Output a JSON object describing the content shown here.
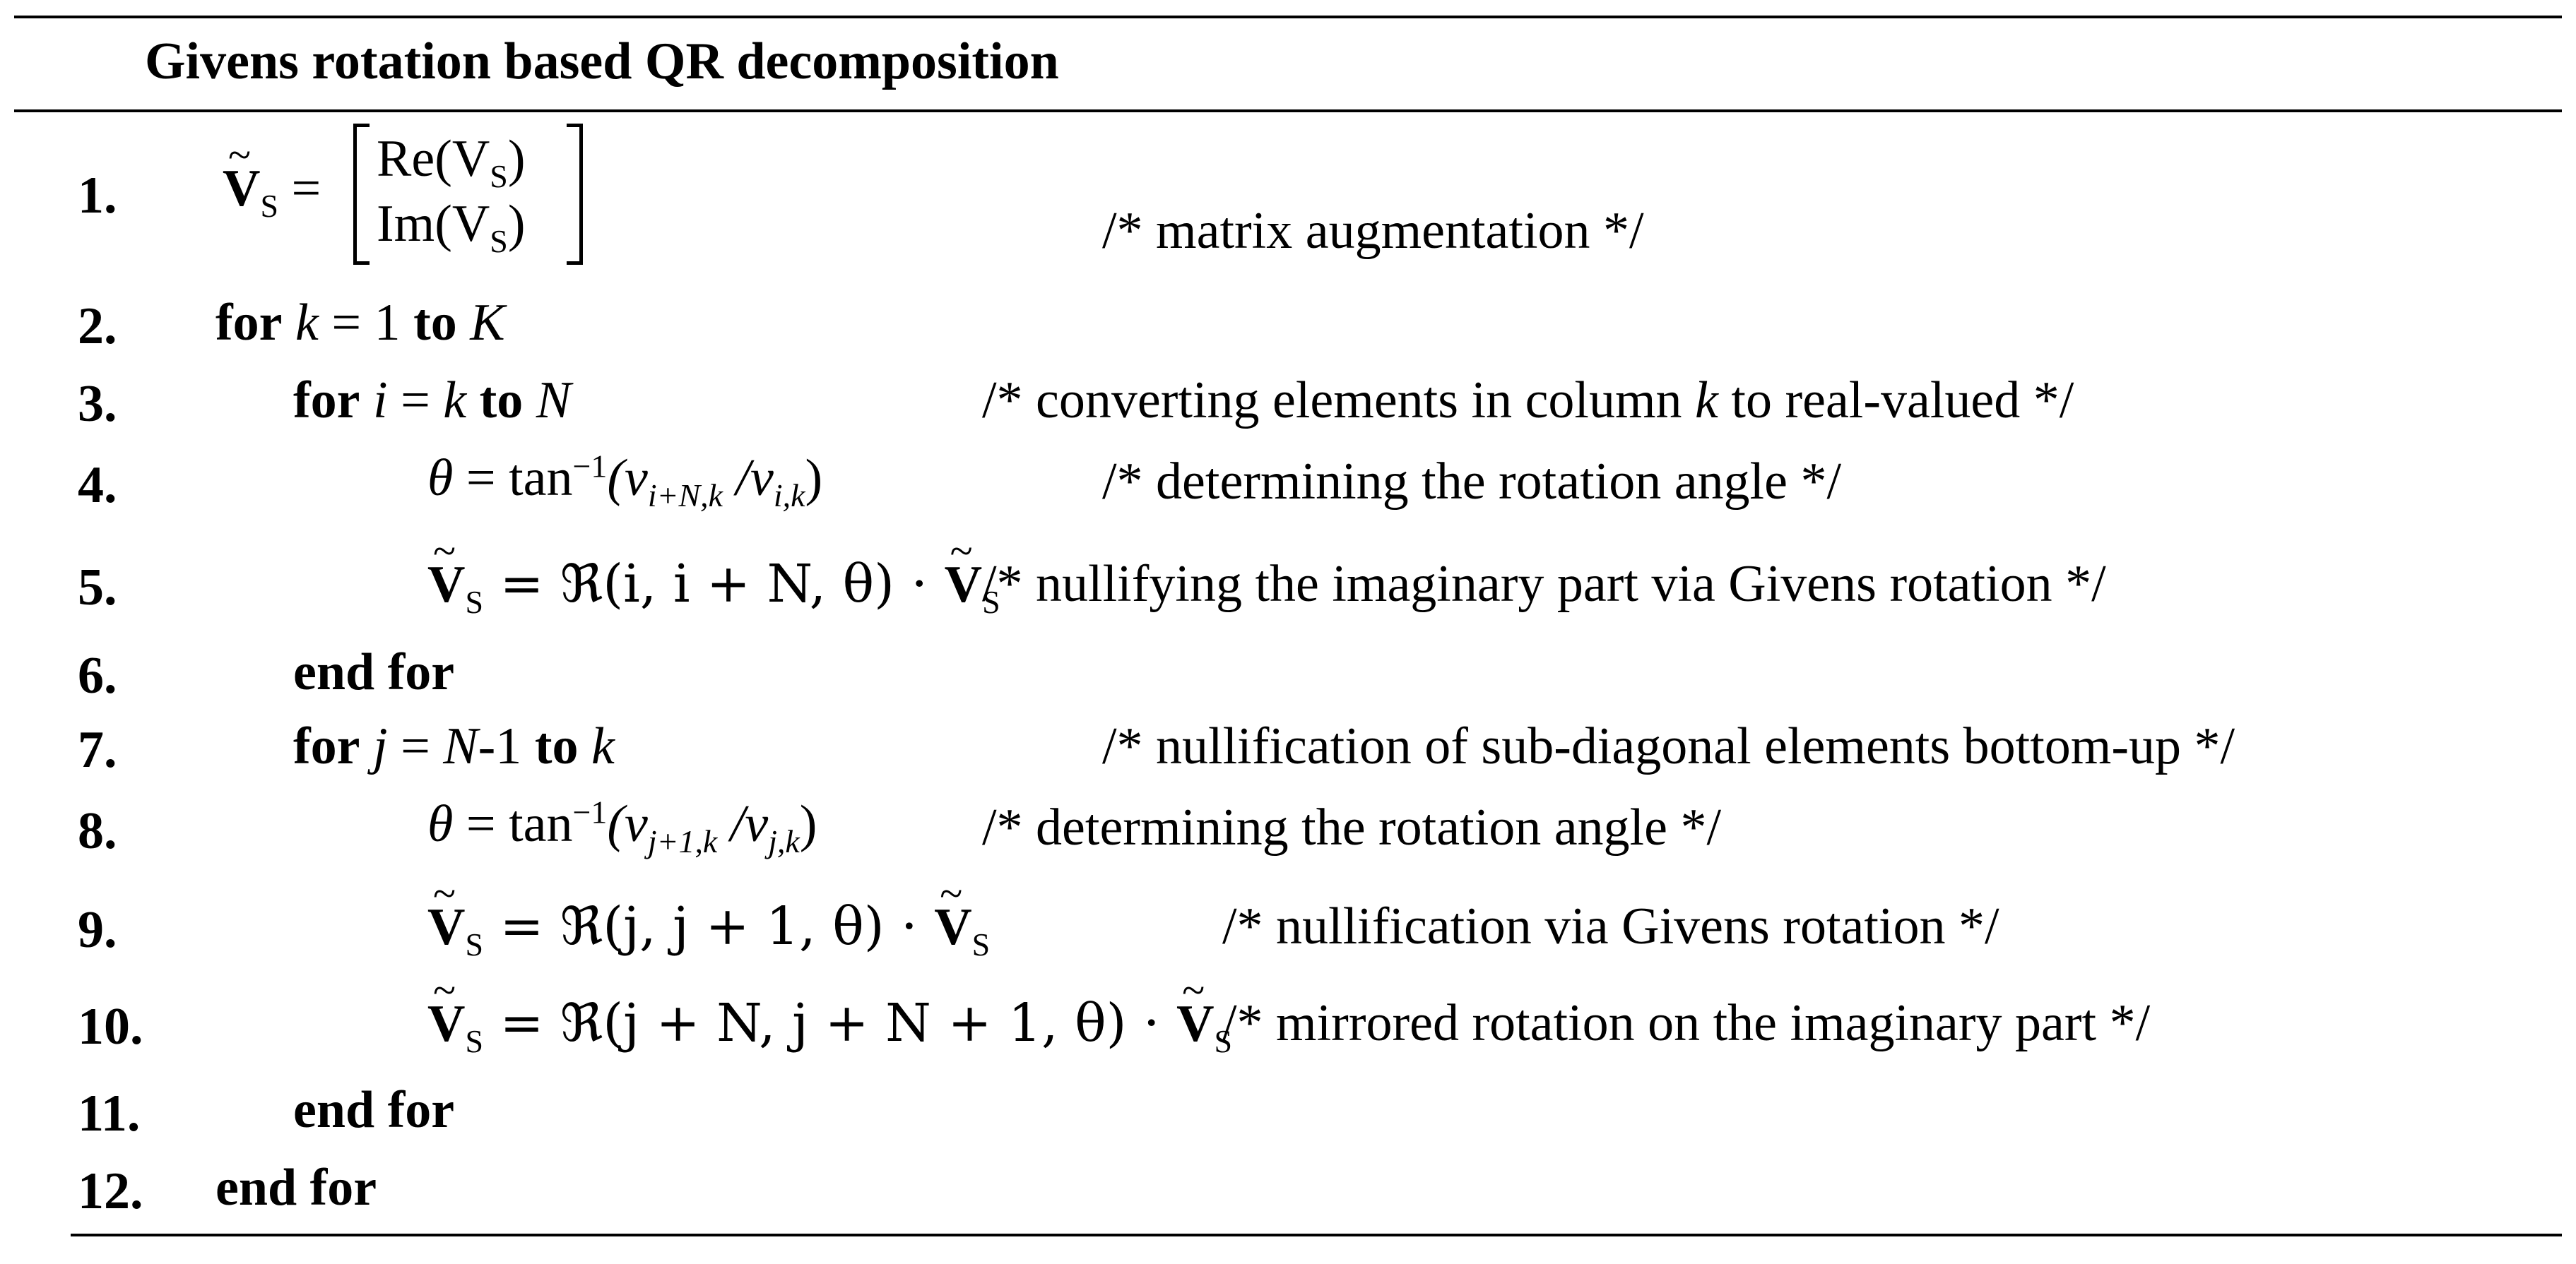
{
  "title": "Givens rotation based QR decomposition",
  "lines": [
    {
      "num": "1.",
      "comment": "/* matrix augmentation */",
      "matrix_top": "Re(V",
      "matrix_bottom": "Im(V",
      "sub": "S",
      "close": ")",
      "lhs_var": "V",
      "lhs_sub": "S",
      "eq": " ="
    },
    {
      "num": "2.",
      "kw1": "for",
      "var": "k",
      "mid": " = 1 ",
      "kw2": "to",
      "end": "K"
    },
    {
      "num": "3.",
      "kw1": "for",
      "var": "i",
      "mid": " = ",
      "var2": "k",
      "kw2": "to",
      "end": "N",
      "comment_a": "/* converting elements in column ",
      "comment_var": "k",
      "comment_b": " to real-valued */"
    },
    {
      "num": "4.",
      "theta": "θ",
      "eq": " = tan",
      "exp": "−1",
      "open": "(v",
      "sub1": "i+N,k",
      "slash": " /v",
      "sub2": "i,k",
      "close": ")",
      "comment": "/* determining the rotation angle */"
    },
    {
      "num": "5.",
      "lhs_var": "V",
      "lhs_sub": "S",
      "eq": " = ℜ(i, i + N, θ) · ",
      "rhs_var": "V",
      "rhs_sub": "S",
      "comment": "/* nullifying the imaginary part via Givens rotation */"
    },
    {
      "num": "6.",
      "kw": "end for"
    },
    {
      "num": "7.",
      "kw1": "for",
      "var": "j",
      "mid": " = ",
      "var2": "N",
      "mid2": "-1 ",
      "kw2": "to",
      "end": "k",
      "comment": "/* nullification of sub-diagonal elements bottom-up */"
    },
    {
      "num": "8.",
      "theta": "θ",
      "eq": " = tan",
      "exp": "−1",
      "open": "(v",
      "sub1": "j+1,k",
      "slash": " /v",
      "sub2": "j,k",
      "close": ")",
      "comment": "/* determining the rotation angle */"
    },
    {
      "num": "9.",
      "lhs_var": "V",
      "lhs_sub": "S",
      "eq": " = ℜ(j, j + 1, θ) · ",
      "rhs_var": "V",
      "rhs_sub": "S",
      "comment": "/* nullification via Givens rotation */"
    },
    {
      "num": "10.",
      "lhs_var": "V",
      "lhs_sub": "S",
      "eq": " = ℜ(j + N, j + N + 1, θ) · ",
      "rhs_var": "V",
      "rhs_sub": "S",
      "comment": "/* mirrored rotation on the imaginary part */"
    },
    {
      "num": "11.",
      "kw": "end for"
    },
    {
      "num": "12.",
      "kw": "end for"
    }
  ]
}
